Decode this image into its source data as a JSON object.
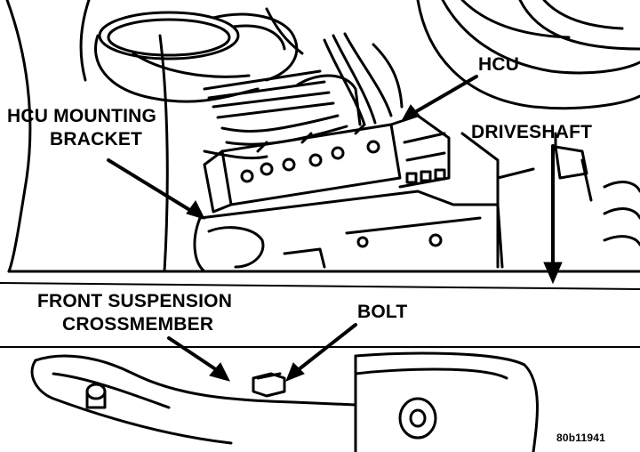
{
  "figure_id": "80b11941",
  "labels": {
    "hcu": "HCU",
    "hcu_bracket_line1": "HCU MOUNTING",
    "hcu_bracket_line2": "BRACKET",
    "driveshaft": "DRIVESHAFT",
    "crossmember_line1": "FRONT SUSPENSION",
    "crossmember_line2": "CROSSMEMBER",
    "bolt": "BOLT"
  }
}
